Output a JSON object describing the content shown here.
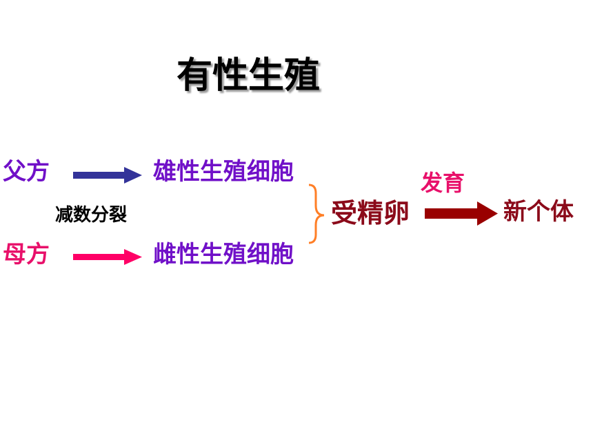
{
  "title": "有性生殖",
  "father": "父方",
  "mother": "母方",
  "male_cell": "雄性生殖细胞",
  "female_cell": "雌性生殖细胞",
  "meiosis": "减数分裂",
  "zygote": "受精卵",
  "develop": "发育",
  "new_individual": "新个体",
  "colors": {
    "purple_text": "#7010c8",
    "pink_text": "#e8106a",
    "dark_red": "#8b0a1a",
    "father_arrow": "#333399",
    "mother_arrow": "#ff0066",
    "develop_arrow": "#990000",
    "brace": "#ff7f27"
  }
}
